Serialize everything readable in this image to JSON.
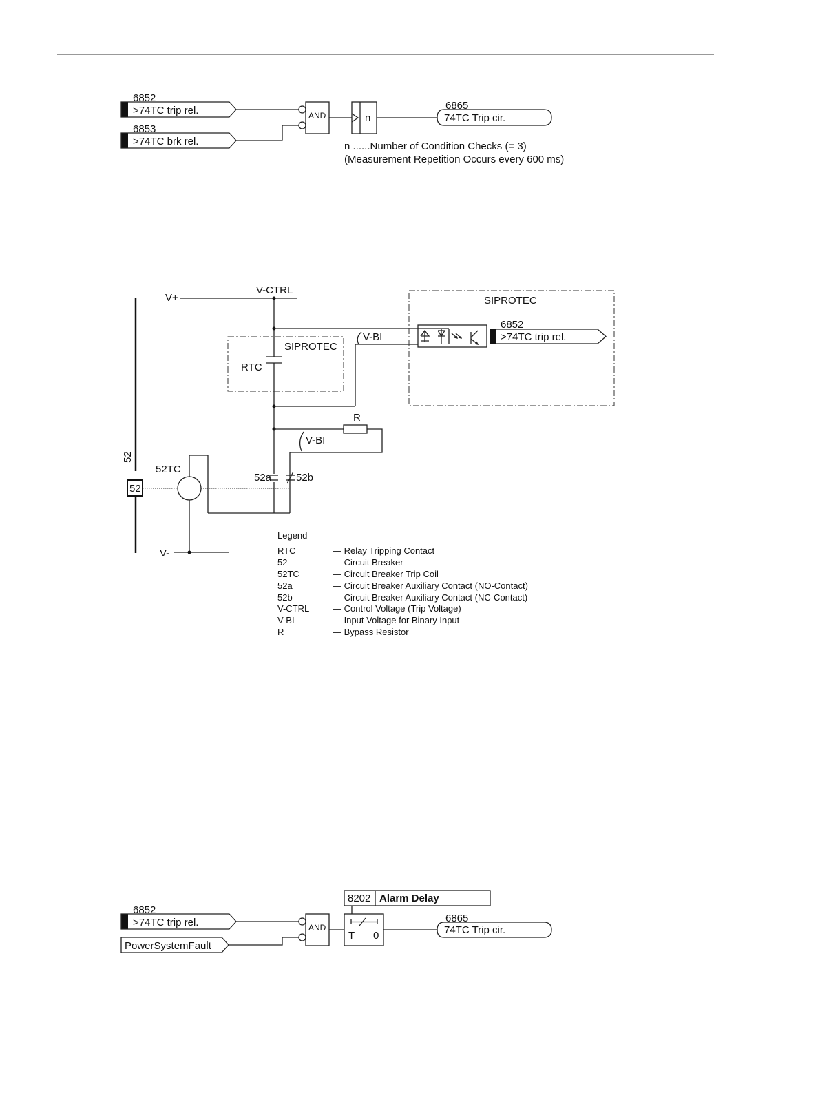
{
  "diagram1": {
    "inputs": [
      {
        "number": "6852",
        "label": ">74TC trip rel."
      },
      {
        "number": "6853",
        "label": ">74TC brk rel."
      }
    ],
    "gate": "AND",
    "counter": "n",
    "output": {
      "number": "6865",
      "label": "74TC Trip cir."
    },
    "note_line1": "n ......Number of Condition Checks (= 3)",
    "note_line2": "(Measurement Repetition Occurs every 600 ms)"
  },
  "diagram2": {
    "v_plus": "V+",
    "v_minus": "V-",
    "v_ctrl": "V-CTRL",
    "siprotec_inner": "SIPROTEC",
    "siprotec_outer": "SIPROTEC",
    "rtc": "RTC",
    "v_bi_1": "V-BI",
    "v_bi_2": "V-BI",
    "resistor": "R",
    "breaker_rotated": "52",
    "breaker_box": "52",
    "trip_coil": "52TC",
    "contact_a": "52a",
    "contact_b": "52b",
    "binary_input": {
      "number": "6852",
      "label": ">74TC trip rel."
    },
    "legend_title": "Legend",
    "legend": [
      {
        "key": "RTC",
        "desc": "— Relay Tripping Contact"
      },
      {
        "key": "52",
        "desc": "— Circuit Breaker"
      },
      {
        "key": "52TC",
        "desc": "— Circuit Breaker Trip Coil"
      },
      {
        "key": "52a",
        "desc": "— Circuit Breaker Auxiliary Contact (NO-Contact)"
      },
      {
        "key": "52b",
        "desc": "— Circuit Breaker Auxiliary Contact (NC-Contact)"
      },
      {
        "key": "V-CTRL",
        "desc": "— Control Voltage (Trip Voltage)"
      },
      {
        "key": "V-BI",
        "desc": "— Input Voltage for Binary Input"
      },
      {
        "key": "R",
        "desc": "— Bypass Resistor"
      }
    ]
  },
  "diagram3": {
    "inputs": [
      {
        "number": "6852",
        "label": ">74TC trip rel."
      },
      {
        "label": "PowerSystemFault"
      }
    ],
    "gate": "AND",
    "parameter": {
      "number": "8202",
      "label": "Alarm Delay"
    },
    "timer_t": "T",
    "timer_0": "0",
    "output": {
      "number": "6865",
      "label": "74TC Trip cir."
    }
  }
}
